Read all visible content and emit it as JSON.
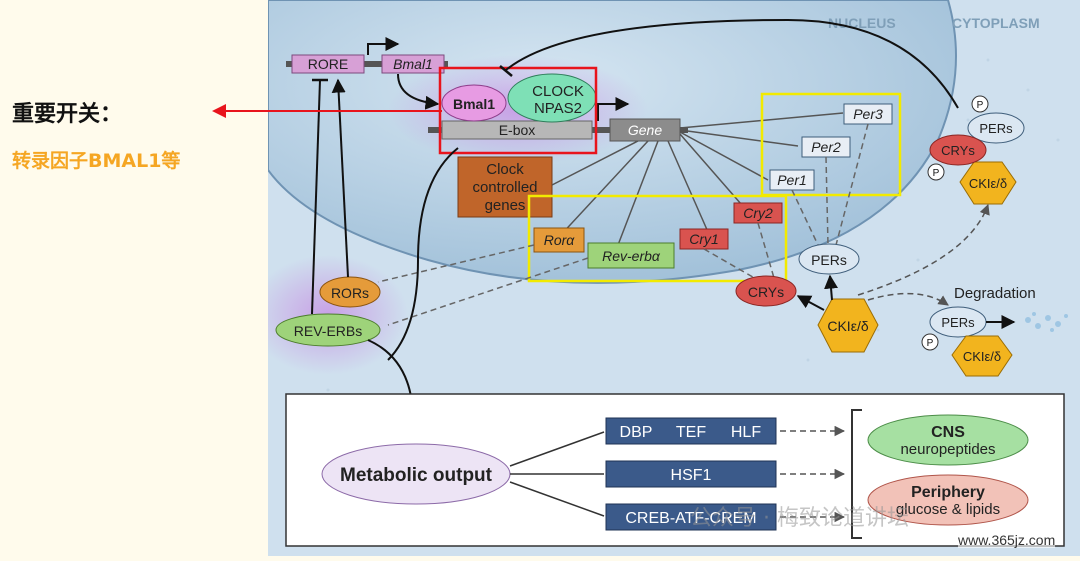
{
  "sidebar": {
    "title": "重要开关：",
    "subtitle": "转录因子BMAL1等"
  },
  "regions": {
    "nucleus": "NUCLEUS",
    "cytoplasm": "CYTOPLASM"
  },
  "dna_elements": {
    "rore": "RORE",
    "bmal1_gene": "Bmal1",
    "ebox": "E-box",
    "gene": "Gene",
    "ccg_line1": "Clock",
    "ccg_line2": "controlled",
    "ccg_line3": "genes"
  },
  "proteins": {
    "bmal1": "Bmal1",
    "clock_line1": "CLOCK",
    "clock_line2": "NPAS2",
    "rors": "RORs",
    "rev_erbs": "REV-ERBs",
    "crys": "CRYs",
    "pers": "PERs",
    "cki": "CKIε/δ"
  },
  "target_genes": {
    "per1": "Per1",
    "per2": "Per2",
    "per3": "Per3",
    "cry1": "Cry1",
    "cry2": "Cry2",
    "rora": "Rorα",
    "reverba": "Rev-erbα"
  },
  "cytoplasm": {
    "crys": "CRYs",
    "pers": "PERs",
    "cki": "CKIε/δ",
    "phospho": "P",
    "degradation": "Degradation"
  },
  "output": {
    "metabolic": "Metabolic output",
    "dbp": "DBP",
    "tef": "TEF",
    "hlf": "HLF",
    "hsf1": "HSF1",
    "creb": "CREB-ATF-CREM",
    "cns_title": "CNS",
    "cns_sub": "neuropeptides",
    "periphery_title": "Periphery",
    "periphery_sub": "glucose & lipids"
  },
  "watermark": {
    "text": "公众号 · 梅致论道讲坛",
    "site": "www.365jz.com"
  },
  "colors": {
    "nucleus": "#bcd3e6",
    "cytoplasm": "#cfe0ee",
    "highlight_red": "#e8141c",
    "highlight_yellow": "#f2ea00",
    "sidebar_accent": "#f5a623"
  }
}
